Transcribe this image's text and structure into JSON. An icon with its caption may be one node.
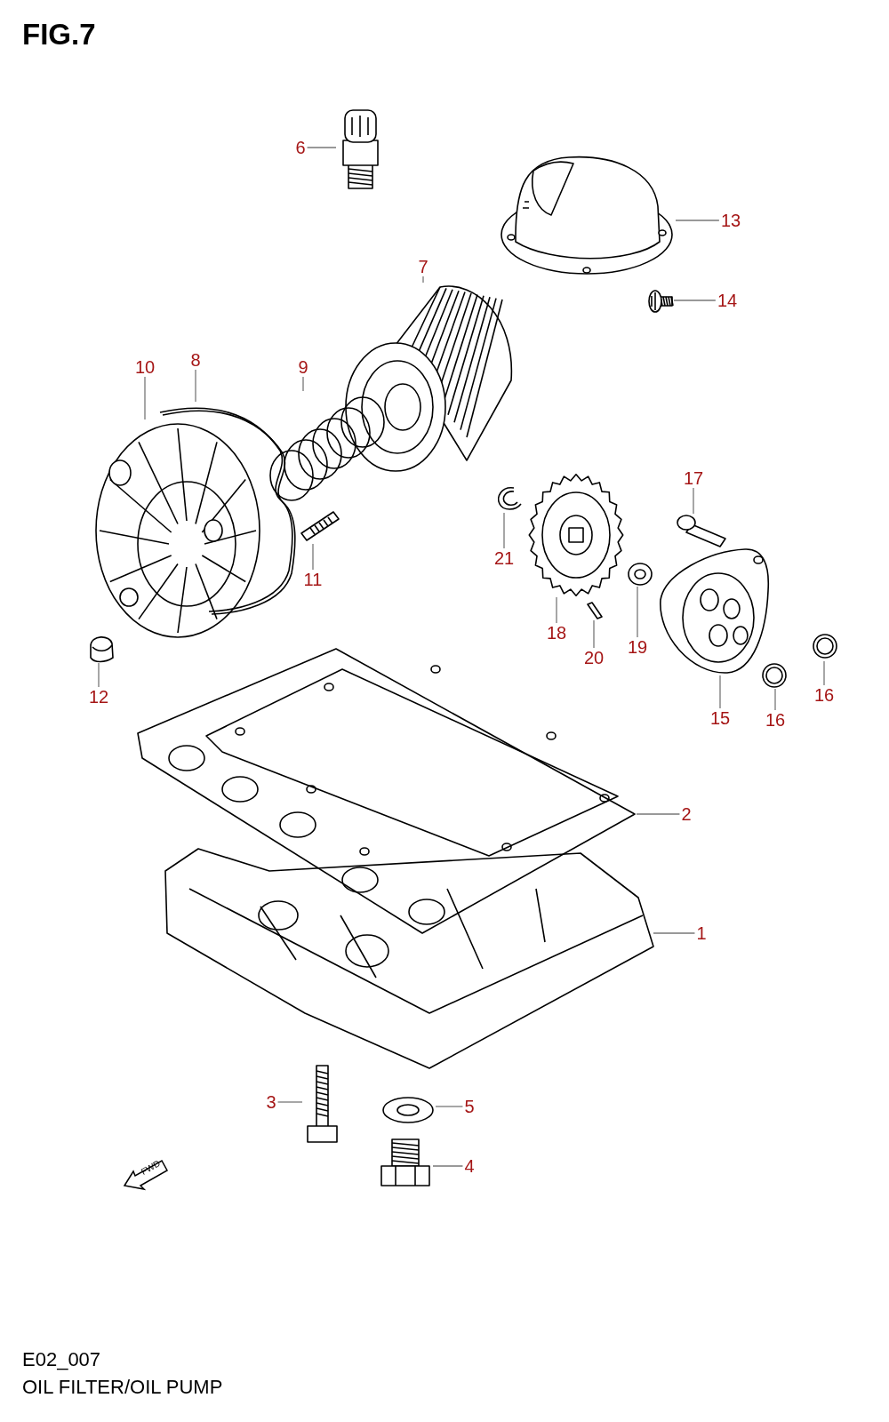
{
  "diagram": {
    "title": "FIG.7",
    "caption": "OIL FILTER/OIL PUMP",
    "nodes": [
      {
        "text": [
          "6"
        ]
      },
      {
        "text": [],
        "shape": "picture"
      },
      {
        "text": [
          "13"
        ]
      },
      {
        "text": [],
        "shape": "picture"
      },
      {
        "text": [
          "14"
        ]
      },
      {
        "text": [],
        "shape": "picture"
      },
      {
        "text": [
          "7"
        ]
      },
      {
        "text": [],
        "shape": "picture"
      },
      {
        "text": [
          "10"
        ]
      },
      {
        "text": [],
        "shape": "picture"
      },
      {
        "text": [
          "8"
        ]
      },
      {
        "text": [],
        "shape": "picture"
      },
      {
        "text": [
          "9"
        ]
      },
      {
        "text": [],
        "shape": "picture"
      },
      {
        "text": [
          "11"
        ]
      },
      {
        "text": [],
        "shape": "picture"
      },
      {
        "text": [
          "12"
        ]
      },
      {
        "text": [],
        "shape": "picture"
      },
      {
        "text": [
          "17"
        ]
      },
      {
        "text": [],
        "shape": "picture"
      },
      {
        "text": [
          "21"
        ]
      },
      {
        "text": [],
        "shape": "picture"
      },
      {
        "text": [
          "18"
        ]
      },
      {
        "text": [],
        "shape": "picture"
      },
      {
        "text": [
          "20"
        ]
      },
      {
        "text": [],
        "shape": "picture"
      },
      {
        "text": [
          "19"
        ]
      },
      {
        "text": [],
        "shape": "picture"
      },
      {
        "text": [
          "15"
        ]
      },
      {
        "text": [],
        "shape": "picture"
      },
      {
        "text": [
          "16"
        ]
      },
      {
        "text": [],
        "shape": "picture"
      },
      {
        "text": [
          "16"
        ]
      },
      {
        "text": [],
        "shape": "picture"
      },
      {
        "text": [
          "2"
        ]
      },
      {
        "text": [],
        "shape": "picture"
      },
      {
        "text": [
          "1"
        ]
      },
      {
        "text": [],
        "shape": "picture"
      },
      {
        "text": [
          "3"
        ]
      },
      {
        "text": [],
        "shape": "picture"
      },
      {
        "text": [
          "5"
        ]
      },
      {
        "text": [],
        "shape": "picture"
      },
      {
        "text": [
          "4"
        ]
      },
      {
        "text": [],
        "shape": "picture"
      },
      {
        "text": [
          "FWD"
        ]
      }
    ],
    "edges": [
      {
        "from": 0,
        "to": 1,
        "arrow": "none"
      },
      {
        "from": 2,
        "to": 3,
        "arrow": "none"
      },
      {
        "from": 4,
        "to": 5,
        "arrow": "none"
      },
      {
        "from": 6,
        "to": 7,
        "arrow": "none"
      },
      {
        "from": 8,
        "to": 9,
        "arrow": "none"
      },
      {
        "from": 10,
        "to": 11,
        "arrow": "none"
      },
      {
        "from": 12,
        "to": 13,
        "arrow": "none"
      },
      {
        "from": 14,
        "to": 15,
        "arrow": "none"
      },
      {
        "from": 16,
        "to": 17,
        "arrow": "none"
      },
      {
        "from": 18,
        "to": 19,
        "arrow": "none"
      },
      {
        "from": 20,
        "to": 21,
        "arrow": "none"
      },
      {
        "from": 22,
        "to": 23,
        "arrow": "none"
      },
      {
        "from": 24,
        "to": 25,
        "arrow": "none"
      },
      {
        "from": 26,
        "to": 27,
        "arrow": "none"
      },
      {
        "from": 28,
        "to": 29,
        "arrow": "none"
      },
      {
        "from": 30,
        "to": 31,
        "arrow": "none"
      },
      {
        "from": 32,
        "to": 33,
        "arrow": "none"
      },
      {
        "from": 34,
        "to": 35,
        "arrow": "none"
      },
      {
        "from": 36,
        "to": 37,
        "arrow": "none"
      },
      {
        "from": 38,
        "to": 39,
        "arrow": "none"
      },
      {
        "from": 40,
        "to": 41,
        "arrow": "none"
      },
      {
        "from": 42,
        "to": 43,
        "arrow": "none"
      }
    ],
    "labels": [
      "E02_007"
    ]
  }
}
